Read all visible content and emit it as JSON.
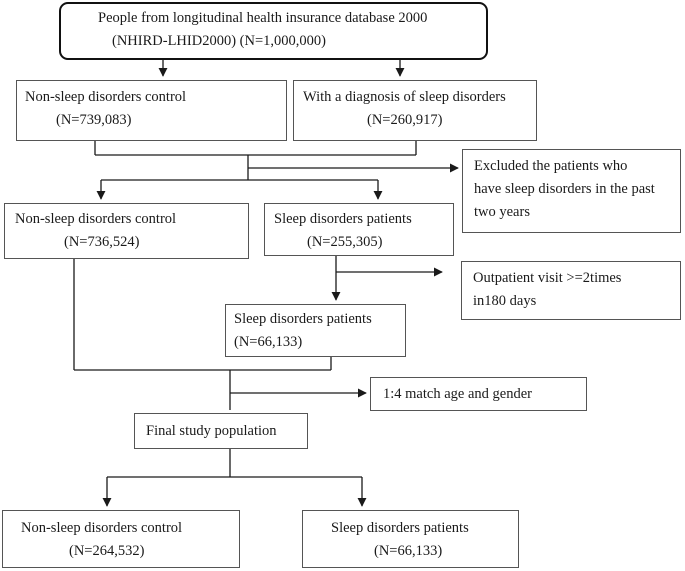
{
  "colors": {
    "line": "#1a1a1a",
    "box_border": "#555555",
    "background": "#ffffff"
  },
  "nodes": {
    "source": {
      "line1": "People from longitudinal health insurance database 2000",
      "line2": "(NHIRD-LHID2000) (N=1,000,000)"
    },
    "control_1": {
      "line1": "Non-sleep disorders control",
      "line2": "(N=739,083)"
    },
    "diagnosed_1": {
      "line1": "With a diagnosis of sleep disorders",
      "line2": "(N=260,917)"
    },
    "exclusion_1": {
      "line1": "Excluded the patients who",
      "line2": "have sleep disorders in the past",
      "line3": "two years"
    },
    "control_2": {
      "line1": "Non-sleep disorders control",
      "line2": "(N=736,524)"
    },
    "patients_2": {
      "line1": "Sleep disorders patients",
      "line2": "(N=255,305)"
    },
    "exclusion_2": {
      "line1": "Outpatient visit >=2times",
      "line2": "in180 days"
    },
    "patients_3": {
      "line1": "Sleep disorders patients",
      "line2": "(N=66,133)"
    },
    "matching": {
      "line1": "1:4 match age and gender"
    },
    "final": {
      "line1": "Final study population"
    },
    "control_final": {
      "line1": "Non-sleep disorders control",
      "line2": "(N=264,532)"
    },
    "patients_final": {
      "line1": "Sleep disorders patients",
      "line2": "(N=66,133)"
    }
  }
}
